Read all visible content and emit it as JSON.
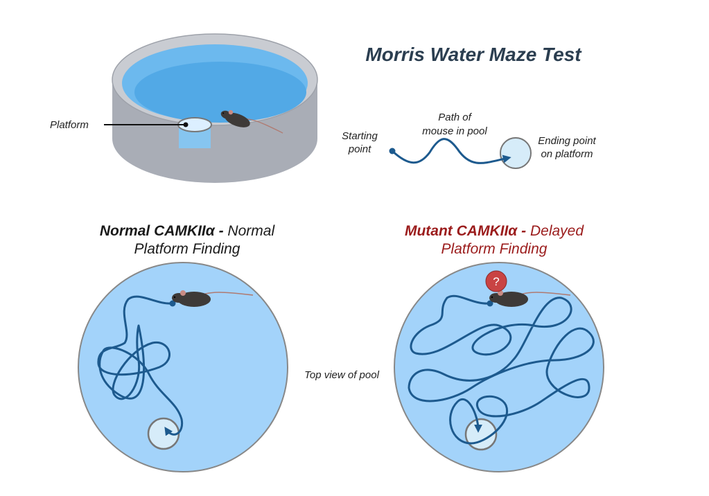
{
  "title": "Morris Water Maze Test",
  "pool_illustration": {
    "platform_label": "Platform"
  },
  "legend": {
    "start_line1": "Starting",
    "start_line2": "point",
    "path_line1": "Path of",
    "path_line2": "mouse in pool",
    "end_line1": "Ending point",
    "end_line2": "on platform"
  },
  "normal": {
    "heading_bold": "Normal CAMKIIα -",
    "heading_rest": " Normal",
    "heading_line2": "Platform Finding"
  },
  "mutant": {
    "heading_bold": "Mutant CAMKIIα -",
    "heading_rest": " Delayed",
    "heading_line2": "Platform Finding",
    "badge": "?"
  },
  "top_view_label": "Top view of pool",
  "colors": {
    "title": "#2b3e50",
    "normal_heading": "#1a1a1a",
    "mutant_heading": "#9b1c1c",
    "pool_water": "#a3d3fa",
    "path": "#1d5a8e",
    "badge": "#c94343"
  }
}
